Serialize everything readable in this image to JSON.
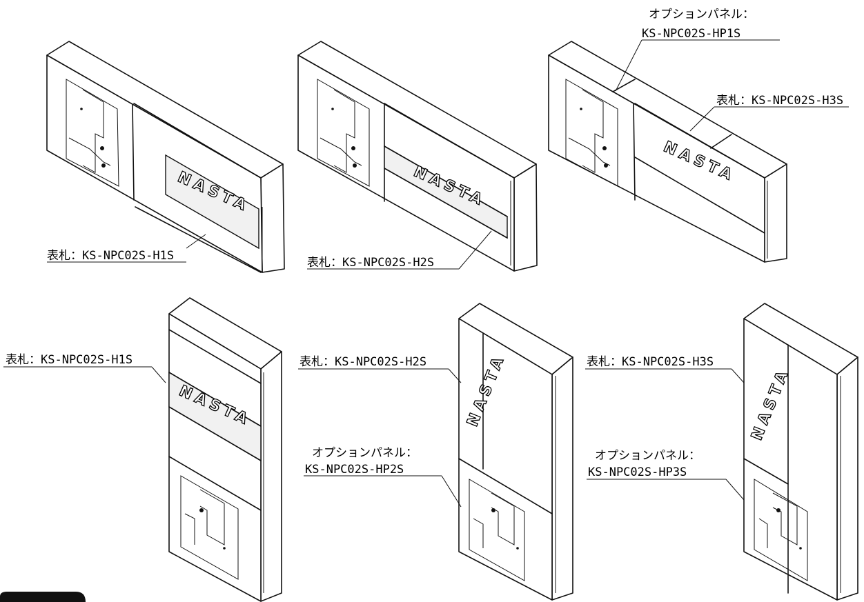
{
  "labels": {
    "nameplate_h1s": "表札：KS-NPC02S-H1S",
    "nameplate_h2s": "表札：KS-NPC02S-H2S",
    "nameplate_h3s": "表札：KS-NPC02S-H3S",
    "option_panel": "オプションパネル：",
    "option_hp1s": "KS-NPC02S-HP1S",
    "option_hp2s": "KS-NPC02S-HP2S",
    "option_hp3s": "KS-NPC02S-HP3S"
  },
  "brand": "NASTA",
  "colors": {
    "line": "#111111",
    "background": "#ffffff"
  }
}
